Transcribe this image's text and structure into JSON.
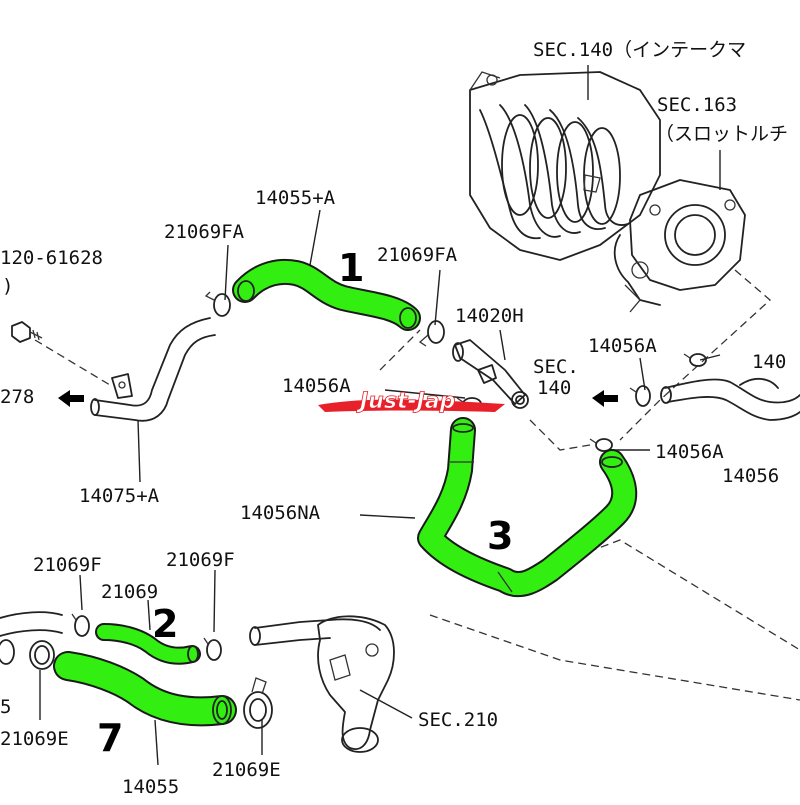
{
  "colors": {
    "highlight_hose": "#33ee11",
    "watermark_red": "#e8202a"
  },
  "watermark": "Just-Jap",
  "labels": {
    "sec140_intake": "SEC.140（インテークマ",
    "sec163_line1": "SEC.163",
    "sec163_line2": "（スロットルチ",
    "p14055a": "14055+A",
    "p21069fa_left": "21069FA",
    "p21069fa_right": "21069FA",
    "bolt_part": "120-61628",
    "bolt_paren": ")",
    "p278": "278",
    "p14020h": "14020H",
    "sec140_line1": "SEC.",
    "sec140_line2": "140",
    "p14056a_top": "14056A",
    "p14056a_mid": "14056A",
    "p14056a_right": "14056A",
    "p14056_cut_top": "140",
    "p14056_cut_bottom": "14056",
    "p14075a": "14075+A",
    "p14056na": "14056NA",
    "p21069f_left": "21069F",
    "p21069": "21069",
    "p21069f_right": "21069F",
    "p5": "5",
    "p21069e_left": "21069E",
    "p14055": "14055",
    "p21069e_right": "21069E",
    "sec210": "SEC.210"
  },
  "callouts": {
    "hose1": "1",
    "hose2": "2",
    "hose3": "3",
    "hose7": "7"
  }
}
